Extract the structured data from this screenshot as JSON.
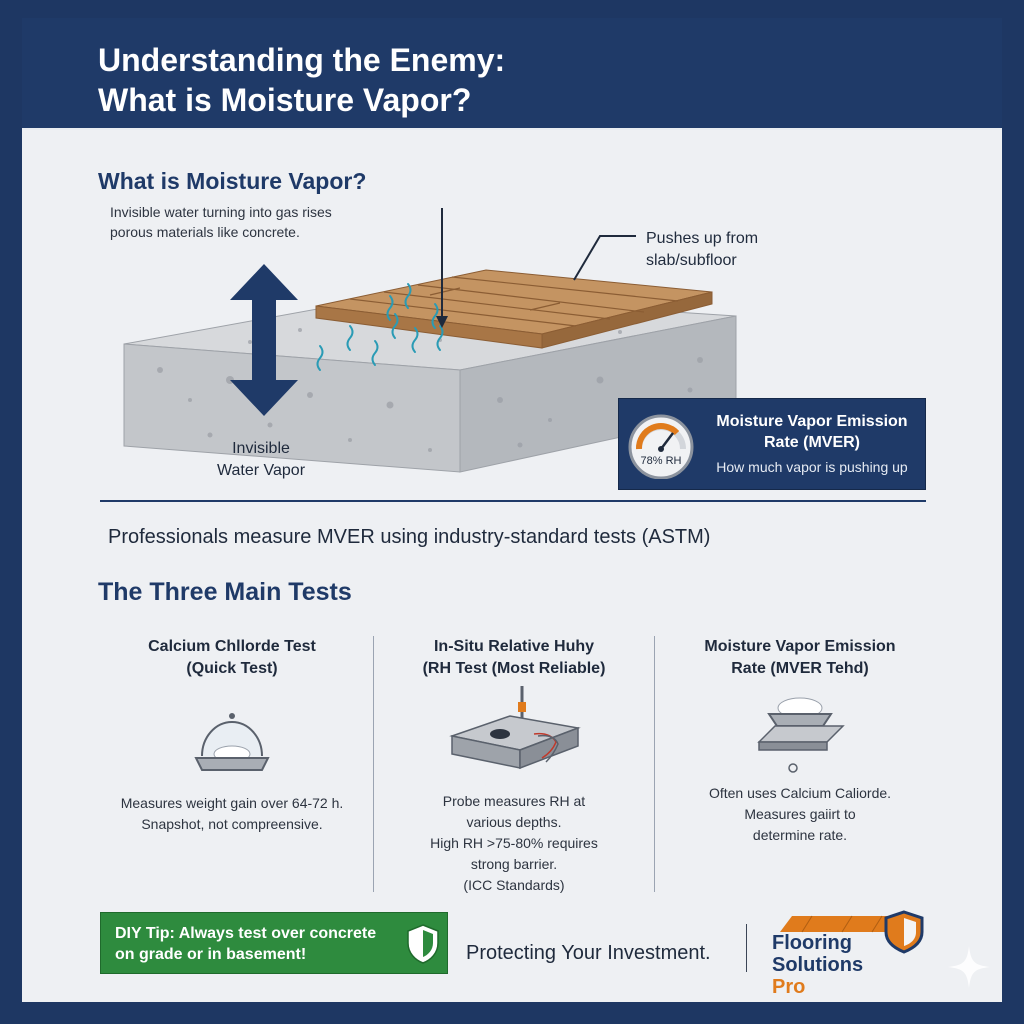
{
  "header": {
    "title_line1": "Understanding the Enemy:",
    "title_line2": "What is Moisture Vapor?"
  },
  "section": {
    "title": "What is Moisture Vapor?",
    "intro_line1": "Invisible water turning into gas rises",
    "intro_line2": "porous materials like concrete."
  },
  "diagram": {
    "callout_line1": "Pushes up from",
    "callout_line2": "slab/subfloor",
    "vapor_label_line1": "Invisible",
    "vapor_label_line2": "Water Vapor",
    "colors": {
      "arrow": "#1f3a68",
      "wood": "#c09060",
      "concrete": "#c5c7ca",
      "vapor": "#2a9bb5"
    }
  },
  "mver": {
    "gauge_reading": "78% RH",
    "gauge_level": 0.78,
    "title_line1": "Moisture Vapor Emission",
    "title_line2": "Rate (MVER)",
    "subtitle": "How much vapor is pushing up"
  },
  "subtitle": "Professionals measure MVER using industry-standard tests (ASTM)",
  "tests_title": "The Three Main Tests",
  "tests": [
    {
      "title_line1": "Calcium Chllorde Test",
      "title_line2": "(Quick Test)",
      "desc_lines": [
        "Measures weight gain over 64-72 h.",
        "Snapshot, not compreensive."
      ]
    },
    {
      "title_line1": "In-Situ Relative Huhy",
      "title_line2": "(RH Test (Most Reliable)",
      "desc_lines": [
        "Probe measures RH at",
        "various depths.",
        "High RH >75-80% requires",
        "strong barrier.",
        "(ICC Standards)"
      ]
    },
    {
      "title_line1": "Moisture Vapor Emission",
      "title_line2": "Rate (MVER Tehd)",
      "desc_lines": [
        "Often uses Calcium Caliorde.",
        "Measures gaiirt to",
        "determine rate."
      ]
    }
  ],
  "tip": {
    "line1": "DIY Tip: Always test over concrete",
    "line2": "on grade or in basement!"
  },
  "tagline": "Protecting Your Investment.",
  "logo": {
    "line1": "Flooring",
    "line2": "Solutions",
    "pro": "Pro"
  },
  "colors": {
    "navy": "#1f3a68",
    "green": "#2e8b3e",
    "orange": "#e07b1c",
    "panel": "#eef0f3"
  }
}
